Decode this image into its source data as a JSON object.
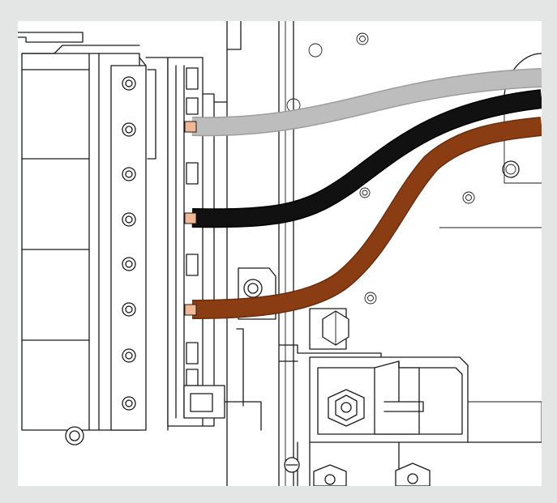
{
  "figure": {
    "background_color": "#e4e5e5",
    "panel_color": "#ffffff",
    "line_color": "#1a1a1a",
    "terminal_tab_color": "#f2b896"
  },
  "wires": [
    {
      "name": "grey-wire",
      "color": "#bdbdbd",
      "outline": "#9e9e9e"
    },
    {
      "name": "black-wire",
      "color": "#111111",
      "outline": "#000000"
    },
    {
      "name": "brown-wire",
      "color": "#8a3d12",
      "outline": "#6b2d0b"
    }
  ]
}
